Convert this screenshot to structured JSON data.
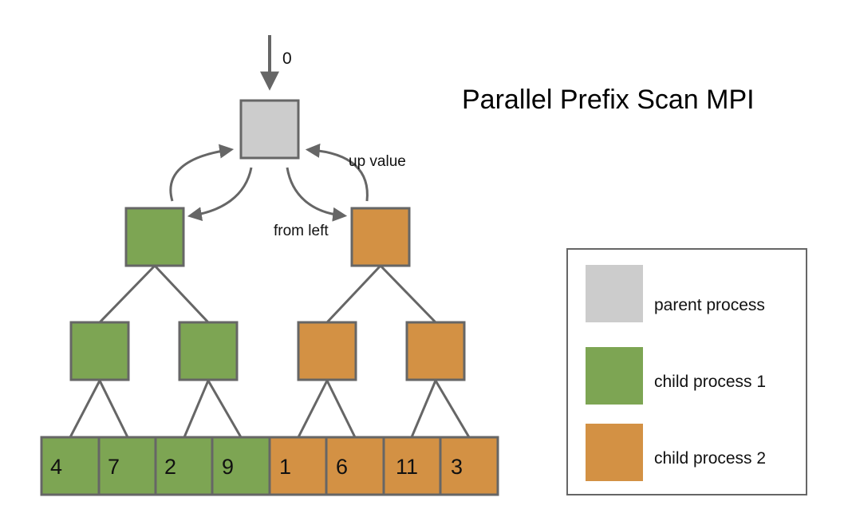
{
  "title": "Parallel Prefix Scan MPI",
  "input_label": "0",
  "arrow_labels": {
    "up_value": "up value",
    "from_left": "from left"
  },
  "leaves": [
    "4",
    "7",
    "2",
    "9",
    "1",
    "6",
    "11",
    "3"
  ],
  "legend": {
    "items": [
      {
        "label": "parent process",
        "color": "#cccccc"
      },
      {
        "label": "child process 1",
        "color": "#7da553"
      },
      {
        "label": "child process 2",
        "color": "#d39144"
      }
    ]
  },
  "colors": {
    "parent": "#cccccc",
    "child1": "#7da553",
    "child2": "#d39144",
    "stroke": "#666666"
  }
}
